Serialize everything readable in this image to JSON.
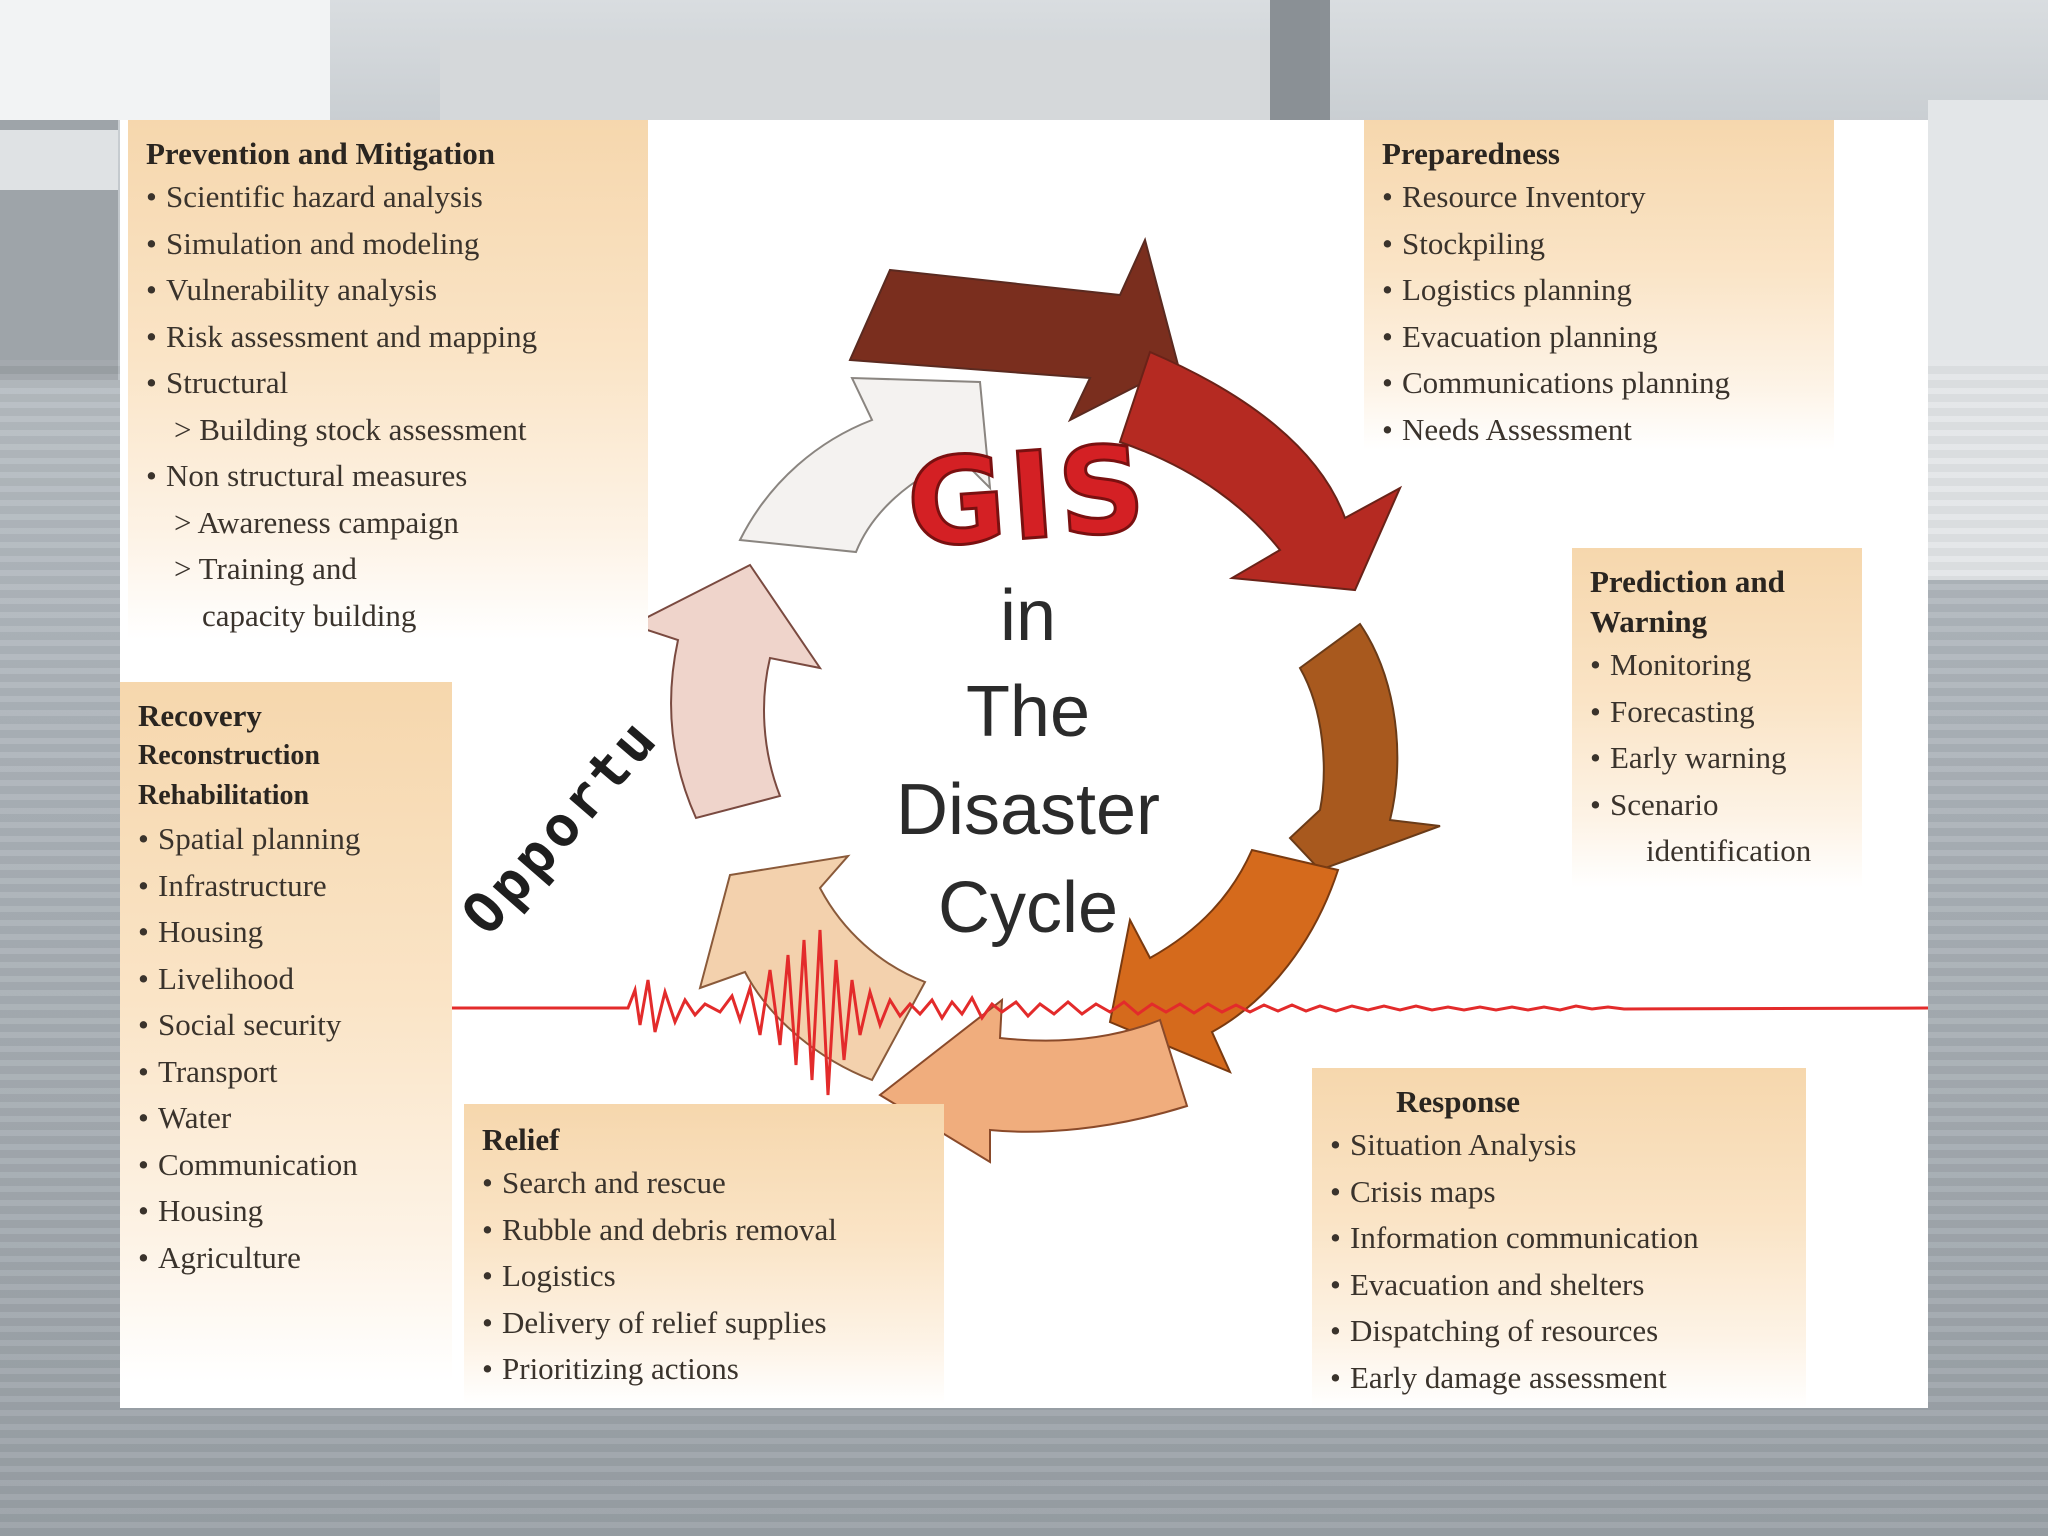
{
  "colors": {
    "arrow_1": "#7a2e1e",
    "arrow_2": "#b52a22",
    "arrow_3": "#a8591e",
    "arrow_4": "#d56a1c",
    "arrow_5": "#f0ad7d",
    "arrow_6": "#f3d1ad",
    "arrow_7": "#efd4cb",
    "arrow_8": "#f4f2f0",
    "gis_red": "#d42024",
    "seismic_red": "#e32b2b",
    "box_fill": "#f7d9b0"
  },
  "center": {
    "gis": "GIS",
    "in": "in",
    "the": "The",
    "disaster": "Disaster",
    "cycle": "Cycle"
  },
  "opportunity": "Opportunity",
  "boxes": {
    "prevention": {
      "title": "Prevention and Mitigation",
      "items": [
        {
          "text": "Scientific hazard analysis",
          "type": "bullet"
        },
        {
          "text": "Simulation and modeling",
          "type": "bullet"
        },
        {
          "text": "Vulnerability analysis",
          "type": "bullet"
        },
        {
          "text": "Risk assessment and mapping",
          "type": "bullet"
        },
        {
          "text": "Structural",
          "type": "bullet"
        },
        {
          "text": "> Building stock assessment",
          "type": "sub"
        },
        {
          "text": "Non structural measures",
          "type": "bullet"
        },
        {
          "text": "> Awareness campaign",
          "type": "sub"
        },
        {
          "text": "> Training and",
          "type": "sub"
        },
        {
          "text": "capacity building",
          "type": "cont"
        }
      ]
    },
    "preparedness": {
      "title": "Preparedness",
      "items": [
        {
          "text": "Resource Inventory",
          "type": "bullet"
        },
        {
          "text": "Stockpiling",
          "type": "bullet"
        },
        {
          "text": "Logistics planning",
          "type": "bullet"
        },
        {
          "text": "Evacuation planning",
          "type": "bullet"
        },
        {
          "text": "Communications planning",
          "type": "bullet"
        },
        {
          "text": "Needs Assessment",
          "type": "bullet"
        }
      ]
    },
    "prediction": {
      "title_line1": "Prediction and",
      "title_line2": "Warning",
      "items": [
        {
          "text": "Monitoring",
          "type": "bullet"
        },
        {
          "text": "Forecasting",
          "type": "bullet"
        },
        {
          "text": "Early warning",
          "type": "bullet"
        },
        {
          "text": "Scenario",
          "type": "bullet"
        },
        {
          "text": "identification",
          "type": "cont"
        }
      ]
    },
    "recovery": {
      "title_line1": "Recovery",
      "title_line2": "Reconstruction",
      "title_line3": "Rehabilitation",
      "items": [
        {
          "text": "Spatial planning",
          "type": "bullet"
        },
        {
          "text": "Infrastructure",
          "type": "bullet"
        },
        {
          "text": "Housing",
          "type": "bullet"
        },
        {
          "text": "Livelihood",
          "type": "bullet"
        },
        {
          "text": "Social security",
          "type": "bullet"
        },
        {
          "text": "Transport",
          "type": "bullet"
        },
        {
          "text": "Water",
          "type": "bullet"
        },
        {
          "text": "Communication",
          "type": "bullet"
        },
        {
          "text": "Housing",
          "type": "bullet"
        },
        {
          "text": "Agriculture",
          "type": "bullet"
        }
      ]
    },
    "relief": {
      "title": "Relief",
      "items": [
        {
          "text": "Search and rescue",
          "type": "bullet"
        },
        {
          "text": "Rubble and debris removal",
          "type": "bullet"
        },
        {
          "text": "Logistics",
          "type": "bullet"
        },
        {
          "text": "Delivery of relief supplies",
          "type": "bullet"
        },
        {
          "text": "Prioritizing actions",
          "type": "bullet"
        }
      ]
    },
    "response": {
      "title": "Response",
      "items": [
        {
          "text": "Situation Analysis",
          "type": "bullet"
        },
        {
          "text": "Crisis maps",
          "type": "bullet"
        },
        {
          "text": "Information communication",
          "type": "bullet"
        },
        {
          "text": "Evacuation and shelters",
          "type": "bullet"
        },
        {
          "text": "Dispatching of resources",
          "type": "bullet"
        },
        {
          "text": "Early damage assessment",
          "type": "bullet"
        }
      ]
    }
  }
}
